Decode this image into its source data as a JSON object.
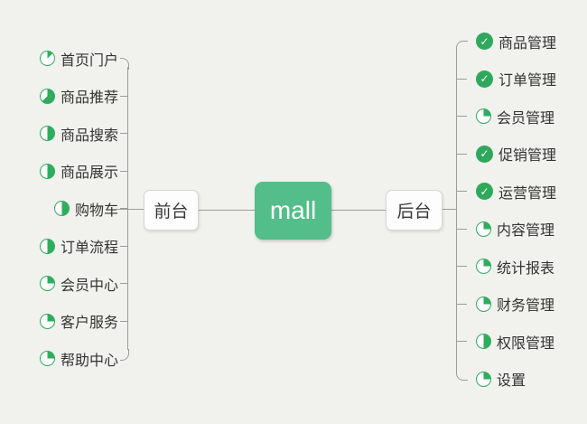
{
  "root": {
    "label": "mall"
  },
  "branches": {
    "left": {
      "node": {
        "label": "前台"
      },
      "items": [
        {
          "label": "首页门户",
          "icon": "progress-pie",
          "progress": 12.5
        },
        {
          "label": "商品推荐",
          "icon": "progress-pie",
          "progress": 62.5
        },
        {
          "label": "商品搜索",
          "icon": "progress-pie",
          "progress": 50
        },
        {
          "label": "商品展示",
          "icon": "progress-pie",
          "progress": 50
        },
        {
          "label": "购物车",
          "icon": "progress-pie",
          "progress": 50
        },
        {
          "label": "订单流程",
          "icon": "progress-pie",
          "progress": 50
        },
        {
          "label": "会员中心",
          "icon": "progress-pie",
          "progress": 25
        },
        {
          "label": "客户服务",
          "icon": "progress-pie",
          "progress": 25
        },
        {
          "label": "帮助中心",
          "icon": "progress-pie",
          "progress": 25
        }
      ]
    },
    "right": {
      "node": {
        "label": "后台"
      },
      "items": [
        {
          "label": "商品管理",
          "icon": "check"
        },
        {
          "label": "订单管理",
          "icon": "check"
        },
        {
          "label": "会员管理",
          "icon": "progress-pie",
          "progress": 25
        },
        {
          "label": "促销管理",
          "icon": "check"
        },
        {
          "label": "运营管理",
          "icon": "check"
        },
        {
          "label": "内容管理",
          "icon": "progress-pie",
          "progress": 25
        },
        {
          "label": "统计报表",
          "icon": "progress-pie",
          "progress": 25
        },
        {
          "label": "财务管理",
          "icon": "progress-pie",
          "progress": 25
        },
        {
          "label": "权限管理",
          "icon": "progress-pie",
          "progress": 50
        },
        {
          "label": "设置",
          "icon": "progress-pie",
          "progress": 25
        }
      ]
    }
  },
  "icons": {
    "check_glyph": "✓"
  },
  "colors": {
    "background": "#F1F1EE",
    "root_green": "#53BE89",
    "icon_green": "#2FAD5F",
    "check_green": "#2FA85C",
    "line_gray": "#9C9C9C"
  }
}
